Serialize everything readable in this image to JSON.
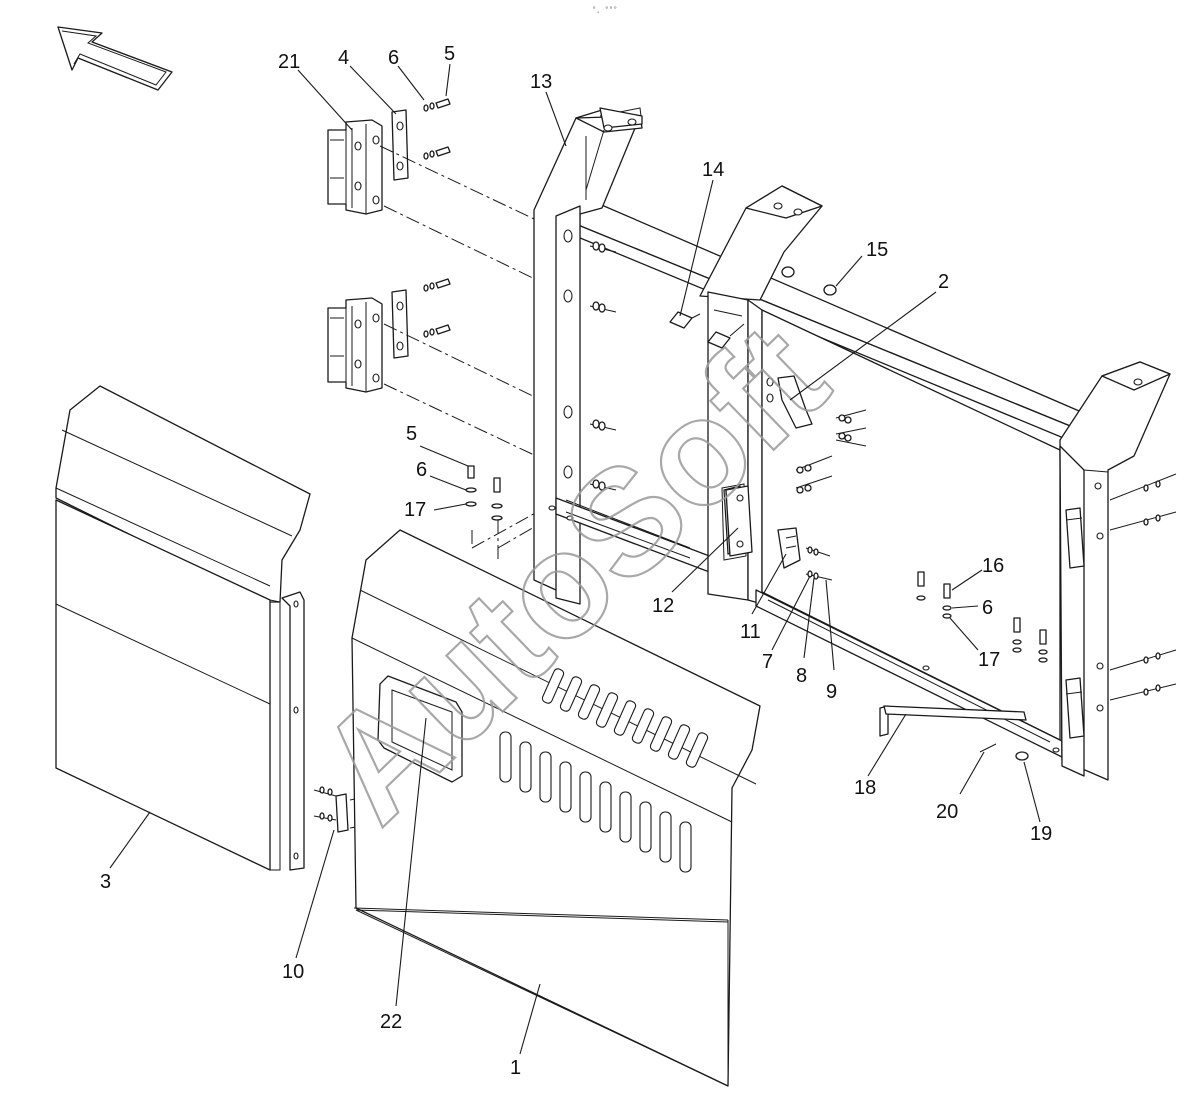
{
  "diagram": {
    "top_mark": "ᵒ˳ ᵒᵒᵒ",
    "watermark": "AutoSoft",
    "callouts": [
      {
        "id": "c21",
        "label": "21"
      },
      {
        "id": "c4",
        "label": "4"
      },
      {
        "id": "c6a",
        "label": "6"
      },
      {
        "id": "c5a",
        "label": "5"
      },
      {
        "id": "c13",
        "label": "13"
      },
      {
        "id": "c14",
        "label": "14"
      },
      {
        "id": "c15",
        "label": "15"
      },
      {
        "id": "c2",
        "label": "2"
      },
      {
        "id": "c5b",
        "label": "5"
      },
      {
        "id": "c6b",
        "label": "6"
      },
      {
        "id": "c17a",
        "label": "17"
      },
      {
        "id": "c12",
        "label": "12"
      },
      {
        "id": "c11",
        "label": "11"
      },
      {
        "id": "c7",
        "label": "7"
      },
      {
        "id": "c8",
        "label": "8"
      },
      {
        "id": "c9",
        "label": "9"
      },
      {
        "id": "c16",
        "label": "16"
      },
      {
        "id": "c6c",
        "label": "6"
      },
      {
        "id": "c17b",
        "label": "17"
      },
      {
        "id": "c18",
        "label": "18"
      },
      {
        "id": "c20",
        "label": "20"
      },
      {
        "id": "c19",
        "label": "19"
      },
      {
        "id": "c3",
        "label": "3"
      },
      {
        "id": "c10",
        "label": "10"
      },
      {
        "id": "c22",
        "label": "22"
      },
      {
        "id": "c1",
        "label": "1"
      }
    ]
  }
}
